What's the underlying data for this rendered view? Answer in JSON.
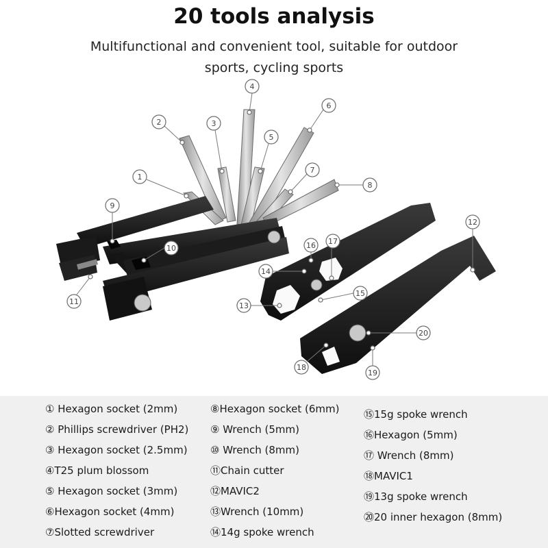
{
  "header": {
    "title": "20 tools analysis",
    "subtitle": "Multifunctional and convenient tool, suitable for outdoor sports, cycling sports"
  },
  "callouts": [
    "1",
    "2",
    "3",
    "4",
    "5",
    "6",
    "7",
    "8",
    "9",
    "10",
    "11",
    "12",
    "13",
    "14",
    "15",
    "16",
    "17",
    "18",
    "19",
    "20"
  ],
  "legend": {
    "col1": [
      "① Hexagon socket (2mm)",
      "② Phillips screwdriver (PH2)",
      "③ Hexagon socket (2.5mm)",
      "④T25 plum blossom",
      "⑤ Hexagon socket (3mm)",
      "⑥Hexagon socket (4mm)",
      "⑦Slotted screwdriver"
    ],
    "col2": [
      "⑧Hexagon socket (6mm)",
      "⑨ Wrench (5mm)",
      "⑩ Wrench (8mm)",
      "⑪Chain cutter",
      "⑫MAVIC2",
      "⑬Wrench (10mm)",
      "⑭14g spoke wrench"
    ],
    "col3": [
      "⑮15g spoke wrench",
      "⑯Hexagon (5mm)",
      "⑰ Wrench (8mm)",
      "⑱MAVIC1",
      "⑲13g spoke wrench",
      "⑳20 inner hexagon (8mm)"
    ]
  },
  "colors": {
    "accent_dot": "#e01818",
    "legend_bg": "#f0f0f0",
    "tool_body": "#1c1c1c",
    "bit_metal": "#b8b8b8"
  }
}
